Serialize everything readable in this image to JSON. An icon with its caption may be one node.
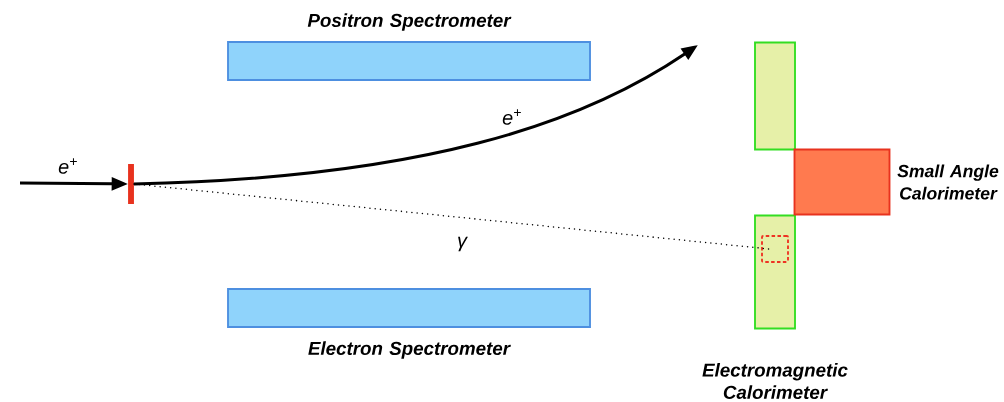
{
  "diagram": {
    "nodes": [
      {
        "text": [
          "Positron Spectrometer"
        ]
      },
      {
        "text": [
          "Electron Spectrometer"
        ]
      },
      {
        "text": [],
        "shape": "bar"
      },
      {
        "text": [
          "Electromagnetic Calorimeter"
        ]
      },
      {
        "text": [],
        "shape": "box",
        "in": 3
      },
      {
        "text": [
          "Small Angle Calorimeter"
        ]
      },
      {
        "text": [],
        "shape": "bar"
      }
    ],
    "edges": [
      {
        "from": null,
        "to": 6,
        "arrow": "to",
        "label": "e$^{+}$"
      },
      {
        "from": 6,
        "to": null,
        "arrow": "to",
        "label": "e$^{+}$"
      },
      {
        "from": 6,
        "to": 4,
        "arrow": "none",
        "label": "γ",
        "style": "dashed"
      }
    ]
  }
}
